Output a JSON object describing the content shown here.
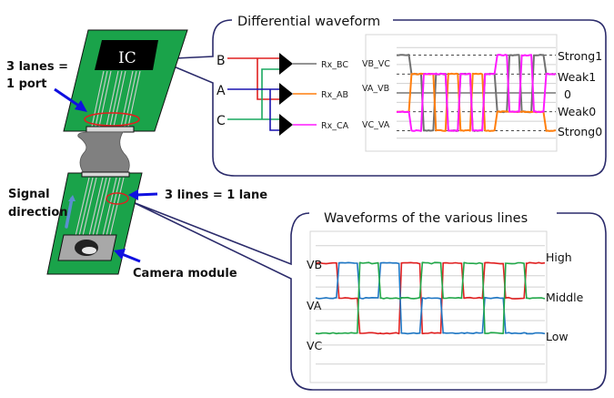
{
  "left_diagram": {
    "ic_label": "IC",
    "lanes_label_line1": "3 lanes =",
    "lanes_label_line2": "1 port",
    "lines_label": "3 lines = 1 lane",
    "signal_direction_line1": "Signal",
    "signal_direction_line2": "direction",
    "camera_module_label": "Camera module",
    "colors": {
      "pcb_green": "#1aa34a",
      "arrow_blue": "#1010e0",
      "highlight_red": "#e02020",
      "callout_navy": "#2b2b6b",
      "signal_arrow": "#5b8fd0",
      "cable_gray": "#808080"
    }
  },
  "differential_panel": {
    "title": "Differential waveform",
    "inputs": [
      {
        "label": "B",
        "color": "#e02020"
      },
      {
        "label": "A",
        "color": "#1a14b0"
      },
      {
        "label": "C",
        "color": "#1aa860"
      }
    ],
    "receivers": [
      {
        "label": "Rx_BC",
        "color": "#707070"
      },
      {
        "label": "Rx_AB",
        "color": "#ff7f0e"
      },
      {
        "label": "Rx_CA",
        "color": "#ff1aff"
      }
    ]
  },
  "lines_panel": {
    "title": "Waveforms of the various lines"
  },
  "chart_data": [
    {
      "type": "line",
      "title": "Differential waveform",
      "xlabel": "",
      "ylabel": "",
      "level_labels": [
        "Strong1",
        "Weak1",
        "0",
        "Weak0",
        "Strong0"
      ],
      "level_values": [
        2,
        1,
        0,
        -1,
        -2
      ],
      "ylim": [
        -2.8,
        2.8
      ],
      "grid": true,
      "x": [
        0,
        1,
        2,
        3,
        4,
        5,
        6,
        7,
        8,
        9,
        10
      ],
      "series": [
        {
          "name": "VB_VC",
          "color": "#707070",
          "values": [
            2,
            1,
            -2,
            1,
            -2,
            1,
            -2,
            1,
            -1,
            2,
            -1,
            2,
            1
          ]
        },
        {
          "name": "VA_VB",
          "color": "#ff7f0e",
          "values": [
            -1,
            1,
            1,
            -2,
            1,
            -2,
            1,
            -2,
            -1,
            -1,
            -1,
            -1,
            -2
          ]
        },
        {
          "name": "VC_VA",
          "color": "#ff1aff",
          "values": [
            -1,
            -2,
            1,
            1,
            -2,
            1,
            -2,
            1,
            2,
            -1,
            2,
            -1,
            1
          ]
        }
      ],
      "series_labels": [
        "VB_VC",
        "VA_VB",
        "VC_VA"
      ]
    },
    {
      "type": "line",
      "title": "Waveforms of the various lines",
      "xlabel": "",
      "ylabel": "",
      "level_labels": [
        "High",
        "Middle",
        "Low"
      ],
      "level_values": [
        1,
        0.5,
        0
      ],
      "ylim": [
        -0.6,
        1.35
      ],
      "grid": true,
      "x": [
        0,
        1,
        2,
        3,
        4,
        5,
        6,
        7,
        8,
        9,
        10
      ],
      "series": [
        {
          "name": "VA",
          "color": "#e02020",
          "values": [
            1,
            0.5,
            0,
            0,
            1,
            0,
            1,
            0.5,
            1,
            0.5,
            1
          ]
        },
        {
          "name": "VB",
          "color": "#1f77c4",
          "values": [
            0.5,
            1,
            0.5,
            1,
            0,
            0.5,
            0,
            0,
            0.5,
            0,
            0
          ]
        },
        {
          "name": "VC",
          "color": "#22a84a",
          "values": [
            0,
            0,
            1,
            0.5,
            0.5,
            1,
            0.5,
            1,
            0,
            1,
            0.5
          ]
        }
      ],
      "series_labels": [
        "VB",
        "VA",
        "VC"
      ]
    }
  ]
}
